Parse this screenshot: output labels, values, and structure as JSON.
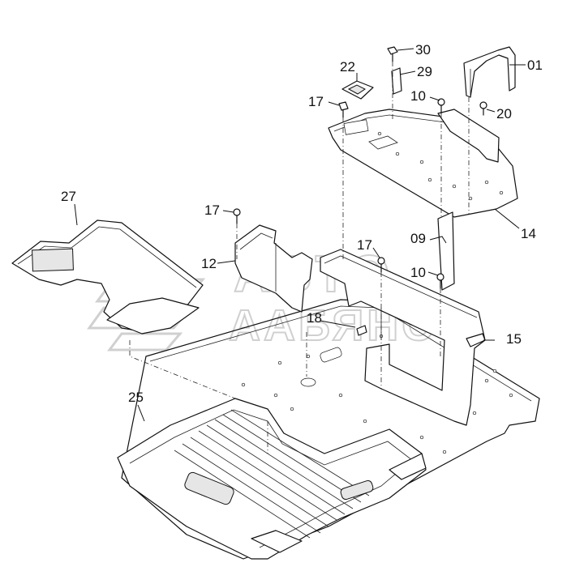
{
  "diagram": {
    "callouts": [
      {
        "id": "c30",
        "text": "30"
      },
      {
        "id": "c22",
        "text": "22"
      },
      {
        "id": "c29",
        "text": "29"
      },
      {
        "id": "c01",
        "text": "01"
      },
      {
        "id": "c17a",
        "text": "17"
      },
      {
        "id": "c10a",
        "text": "10"
      },
      {
        "id": "c20",
        "text": "20"
      },
      {
        "id": "c14",
        "text": "14"
      },
      {
        "id": "c27",
        "text": "27"
      },
      {
        "id": "c17b",
        "text": "17"
      },
      {
        "id": "c12",
        "text": "12"
      },
      {
        "id": "c17c",
        "text": "17"
      },
      {
        "id": "c09",
        "text": "09"
      },
      {
        "id": "c10b",
        "text": "10"
      },
      {
        "id": "c18",
        "text": "18"
      },
      {
        "id": "c15",
        "text": "15"
      },
      {
        "id": "c25",
        "text": "25"
      }
    ],
    "watermark": {
      "line1": "ABTO",
      "line2": "AAБЯHC"
    }
  }
}
